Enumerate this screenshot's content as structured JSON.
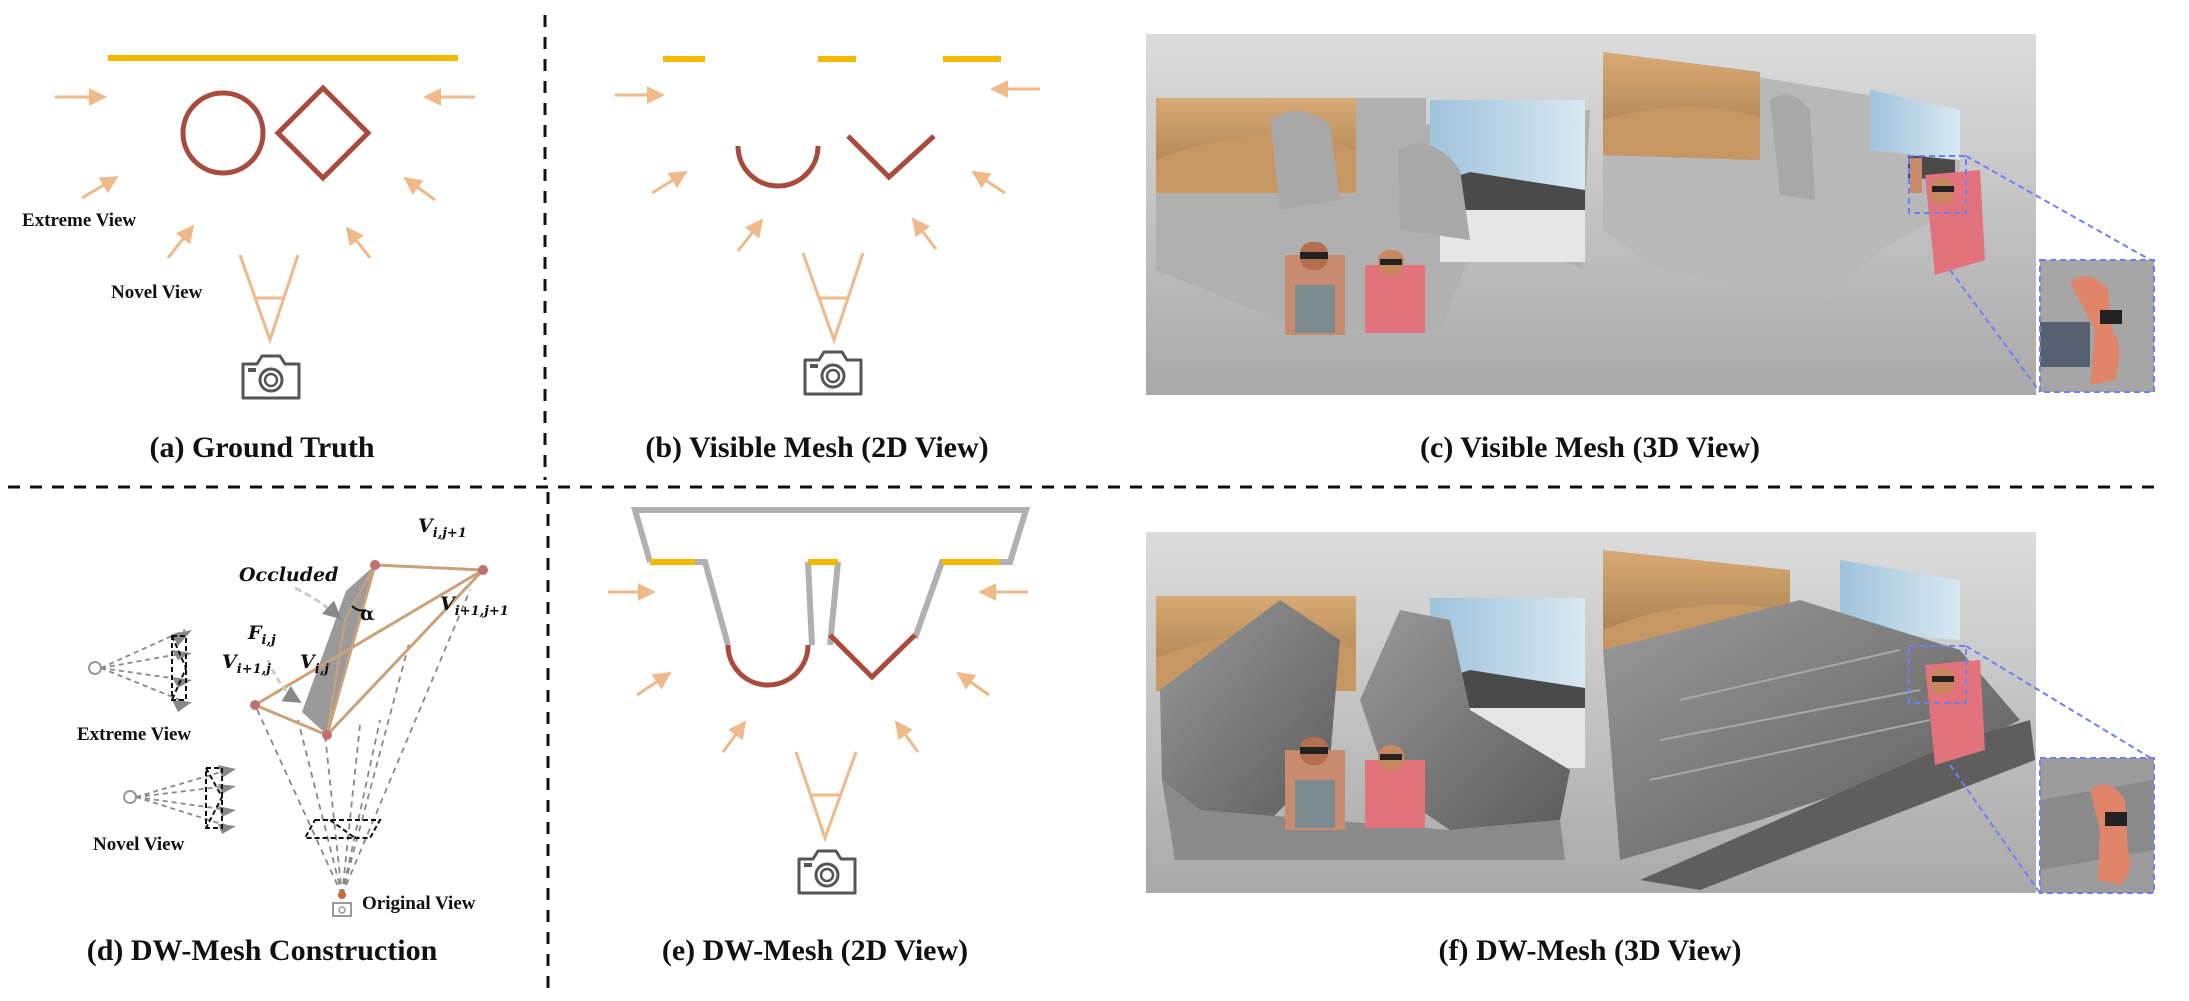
{
  "captions": {
    "a": "(a) Ground Truth",
    "b": "(b) Visible Mesh (2D View)",
    "c": "(c) Visible Mesh (3D View)",
    "d": "(d) DW-Mesh Construction",
    "e": "(e) DW-Mesh (2D View)",
    "f": "(f) DW-Mesh (3D View)"
  },
  "labels": {
    "extreme_view": "Extreme View",
    "novel_view": "Novel View",
    "original_view": "Original View",
    "occluded": "Occluded",
    "alpha": "α"
  },
  "math": {
    "v_i_j1": {
      "base": "V",
      "sub": "i,j+1"
    },
    "v_i1_j1": {
      "base": "V",
      "sub": "i+1,j+1"
    },
    "f_ij": {
      "base": "F",
      "sub": "i,j"
    },
    "v_i1_j": {
      "base": "V",
      "sub": "i+1,j"
    },
    "v_ij": {
      "base": "V",
      "sub": "i,j"
    }
  },
  "colors": {
    "surface": "#f5b800",
    "object": "#a84a3c",
    "ray": "#efb98a",
    "mesh": "#b0b0b0",
    "zoom": "#6f7ff5",
    "dw_line": "#c9a27a"
  }
}
